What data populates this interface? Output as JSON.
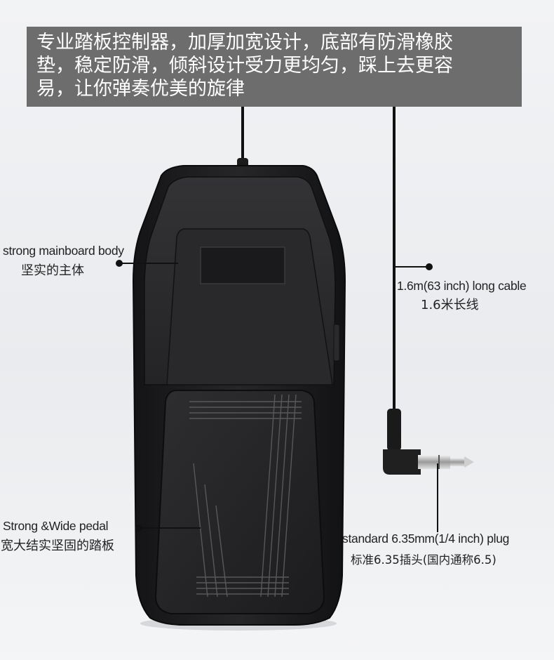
{
  "banner": {
    "lines": [
      "专业踏板控制器，加厚加宽设计，底部有防滑橡胶",
      "垫，稳定防滑，倾斜设计受力更均匀，踩上去更容",
      "易，让你弹奏优美的旋律"
    ]
  },
  "annotations": {
    "body": {
      "en": "strong mainboard body",
      "zh": "坚实的主体"
    },
    "cable": {
      "en": "1.6m(63 inch) long cable",
      "zh": "1.6米长线"
    },
    "pedal": {
      "en": "Strong &Wide pedal",
      "zh": "宽大结实坚固的踏板"
    },
    "plug": {
      "en": "standard 6.35mm(1/4 inch) plug",
      "zh": "标准6.35插头(国内通称6.5)"
    }
  },
  "colors": {
    "banner_bg": "#6d6d6d",
    "banner_text": "#ffffff",
    "pedal_body": "#1f1f21",
    "background": "#eef0f2"
  }
}
